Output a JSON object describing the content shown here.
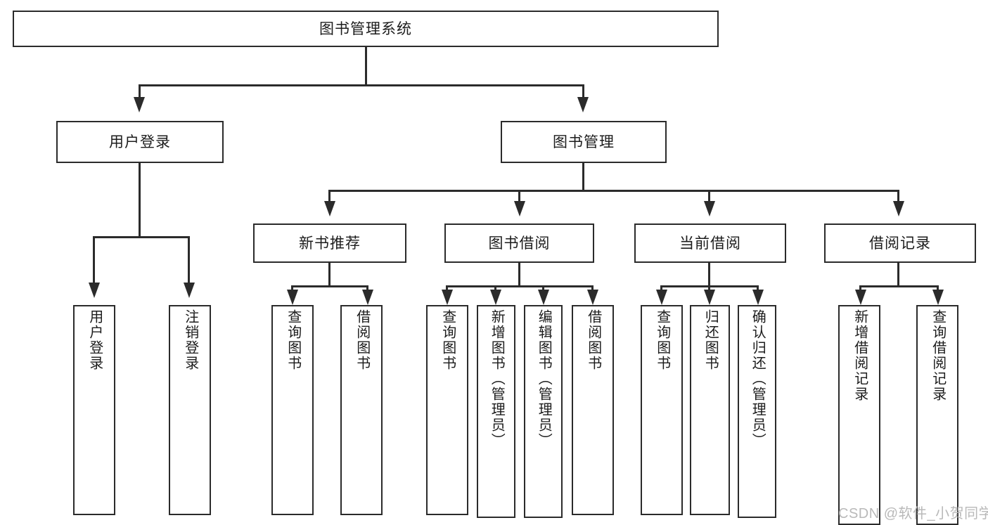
{
  "diagram": {
    "type": "tree-hierarchy",
    "title": "图书管理系统",
    "root": {
      "label": "图书管理系统"
    },
    "level2": [
      {
        "id": "user-login",
        "label": "用户登录"
      },
      {
        "id": "book-management",
        "label": "图书管理"
      }
    ],
    "level3": [
      {
        "id": "new-book-recommend",
        "label": "新书推荐",
        "parent": "book-management"
      },
      {
        "id": "book-borrow",
        "label": "图书借阅",
        "parent": "book-management"
      },
      {
        "id": "current-borrow",
        "label": "当前借阅",
        "parent": "book-management"
      },
      {
        "id": "borrow-record",
        "label": "借阅记录",
        "parent": "book-management"
      }
    ],
    "leaves": [
      {
        "id": "leaf-user-login",
        "label": "用户登录",
        "parent": "user-login"
      },
      {
        "id": "leaf-user-logout",
        "label": "注销登录",
        "parent": "user-login"
      },
      {
        "id": "leaf-query-book-1",
        "label": "查询图书",
        "parent": "new-book-recommend"
      },
      {
        "id": "leaf-borrow-book-1",
        "label": "借阅图书",
        "parent": "new-book-recommend"
      },
      {
        "id": "leaf-query-book-2",
        "label": "查询图书",
        "parent": "book-borrow"
      },
      {
        "id": "leaf-add-book",
        "label": "新增图书（管理员）",
        "parent": "book-borrow"
      },
      {
        "id": "leaf-edit-book",
        "label": "编辑图书（管理员）",
        "parent": "book-borrow"
      },
      {
        "id": "leaf-borrow-book-2",
        "label": "借阅图书",
        "parent": "book-borrow"
      },
      {
        "id": "leaf-query-book-3",
        "label": "查询图书",
        "parent": "current-borrow"
      },
      {
        "id": "leaf-return-book",
        "label": "归还图书",
        "parent": "current-borrow"
      },
      {
        "id": "leaf-confirm-return",
        "label": "确认归还（管理员）",
        "parent": "current-borrow"
      },
      {
        "id": "leaf-add-record",
        "label": "新增借阅记录",
        "parent": "borrow-record"
      },
      {
        "id": "leaf-query-record",
        "label": "查询借阅记录",
        "parent": "borrow-record"
      }
    ]
  },
  "watermark": {
    "text": "CSDN @软件_小贺同学"
  },
  "colors": {
    "stroke": "#2b2b2b",
    "fill": "#ffffff",
    "text": "#1c1c1c",
    "watermark": "#b9b9b9"
  }
}
